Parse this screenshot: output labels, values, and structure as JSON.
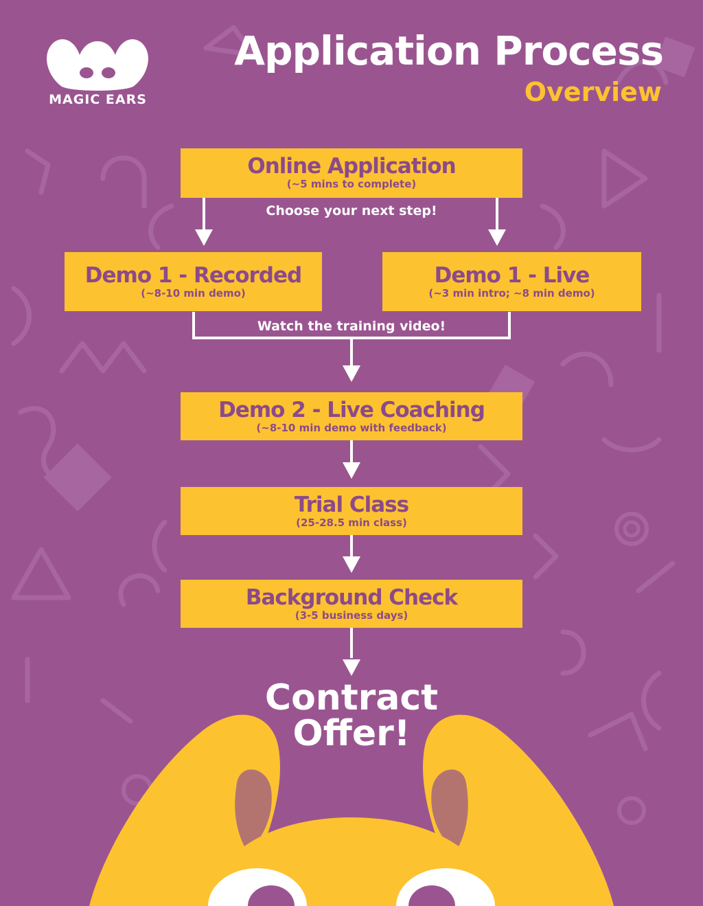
{
  "header": {
    "title": "Application Process",
    "subtitle": "Overview",
    "logo_text": "MAGIC EARS"
  },
  "steps": [
    {
      "title": "Online Application",
      "detail": "(~5 mins to complete)"
    },
    {
      "title": "Demo 1 - Recorded",
      "detail": "(~8-10 min demo)"
    },
    {
      "title": "Demo 1 - Live",
      "detail": "(~3 min intro; ~8 min demo)"
    },
    {
      "title": "Demo 2 - Live Coaching",
      "detail": "(~8-10 min demo with feedback)"
    },
    {
      "title": "Trial Class",
      "detail": "(25-28.5 min class)"
    },
    {
      "title": "Background Check",
      "detail": "(3-5 business days)"
    }
  ],
  "notes": {
    "choose": "Choose your next step!",
    "watch": "Watch the training video!"
  },
  "final": {
    "line1": "Contract",
    "line2": "Offer!"
  },
  "colors": {
    "background": "#9a5590",
    "box": "#fdc230",
    "box_text": "#8c4a8a",
    "white": "#ffffff",
    "ear_inner": "#b37470"
  }
}
